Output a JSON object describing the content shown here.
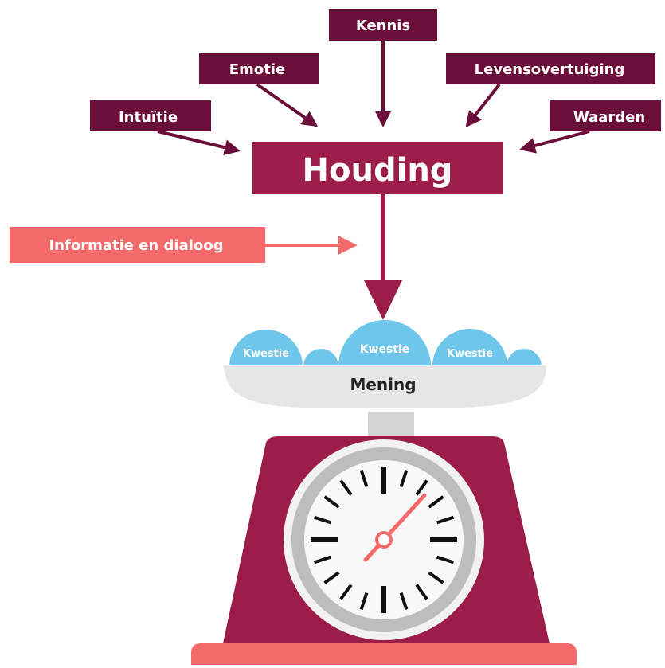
{
  "colors": {
    "dark_plum": "#6b0f3a",
    "crimson": "#9c1c4a",
    "coral": "#f46a6a",
    "sky_blue": "#6ec6ea",
    "tray_gray": "#e6e6e6",
    "white": "#ffffff"
  },
  "factors": {
    "kennis": "Kennis",
    "emotie": "Emotie",
    "levensovertuiging": "Levensovertuiging",
    "intuitie": "Intuïtie",
    "waarden": "Waarden"
  },
  "houding": "Houding",
  "informatie": "Informatie en dialoog",
  "scale": {
    "issues": [
      "Kwestie",
      "Kwestie",
      "Kwestie"
    ],
    "mening": "Mening"
  }
}
